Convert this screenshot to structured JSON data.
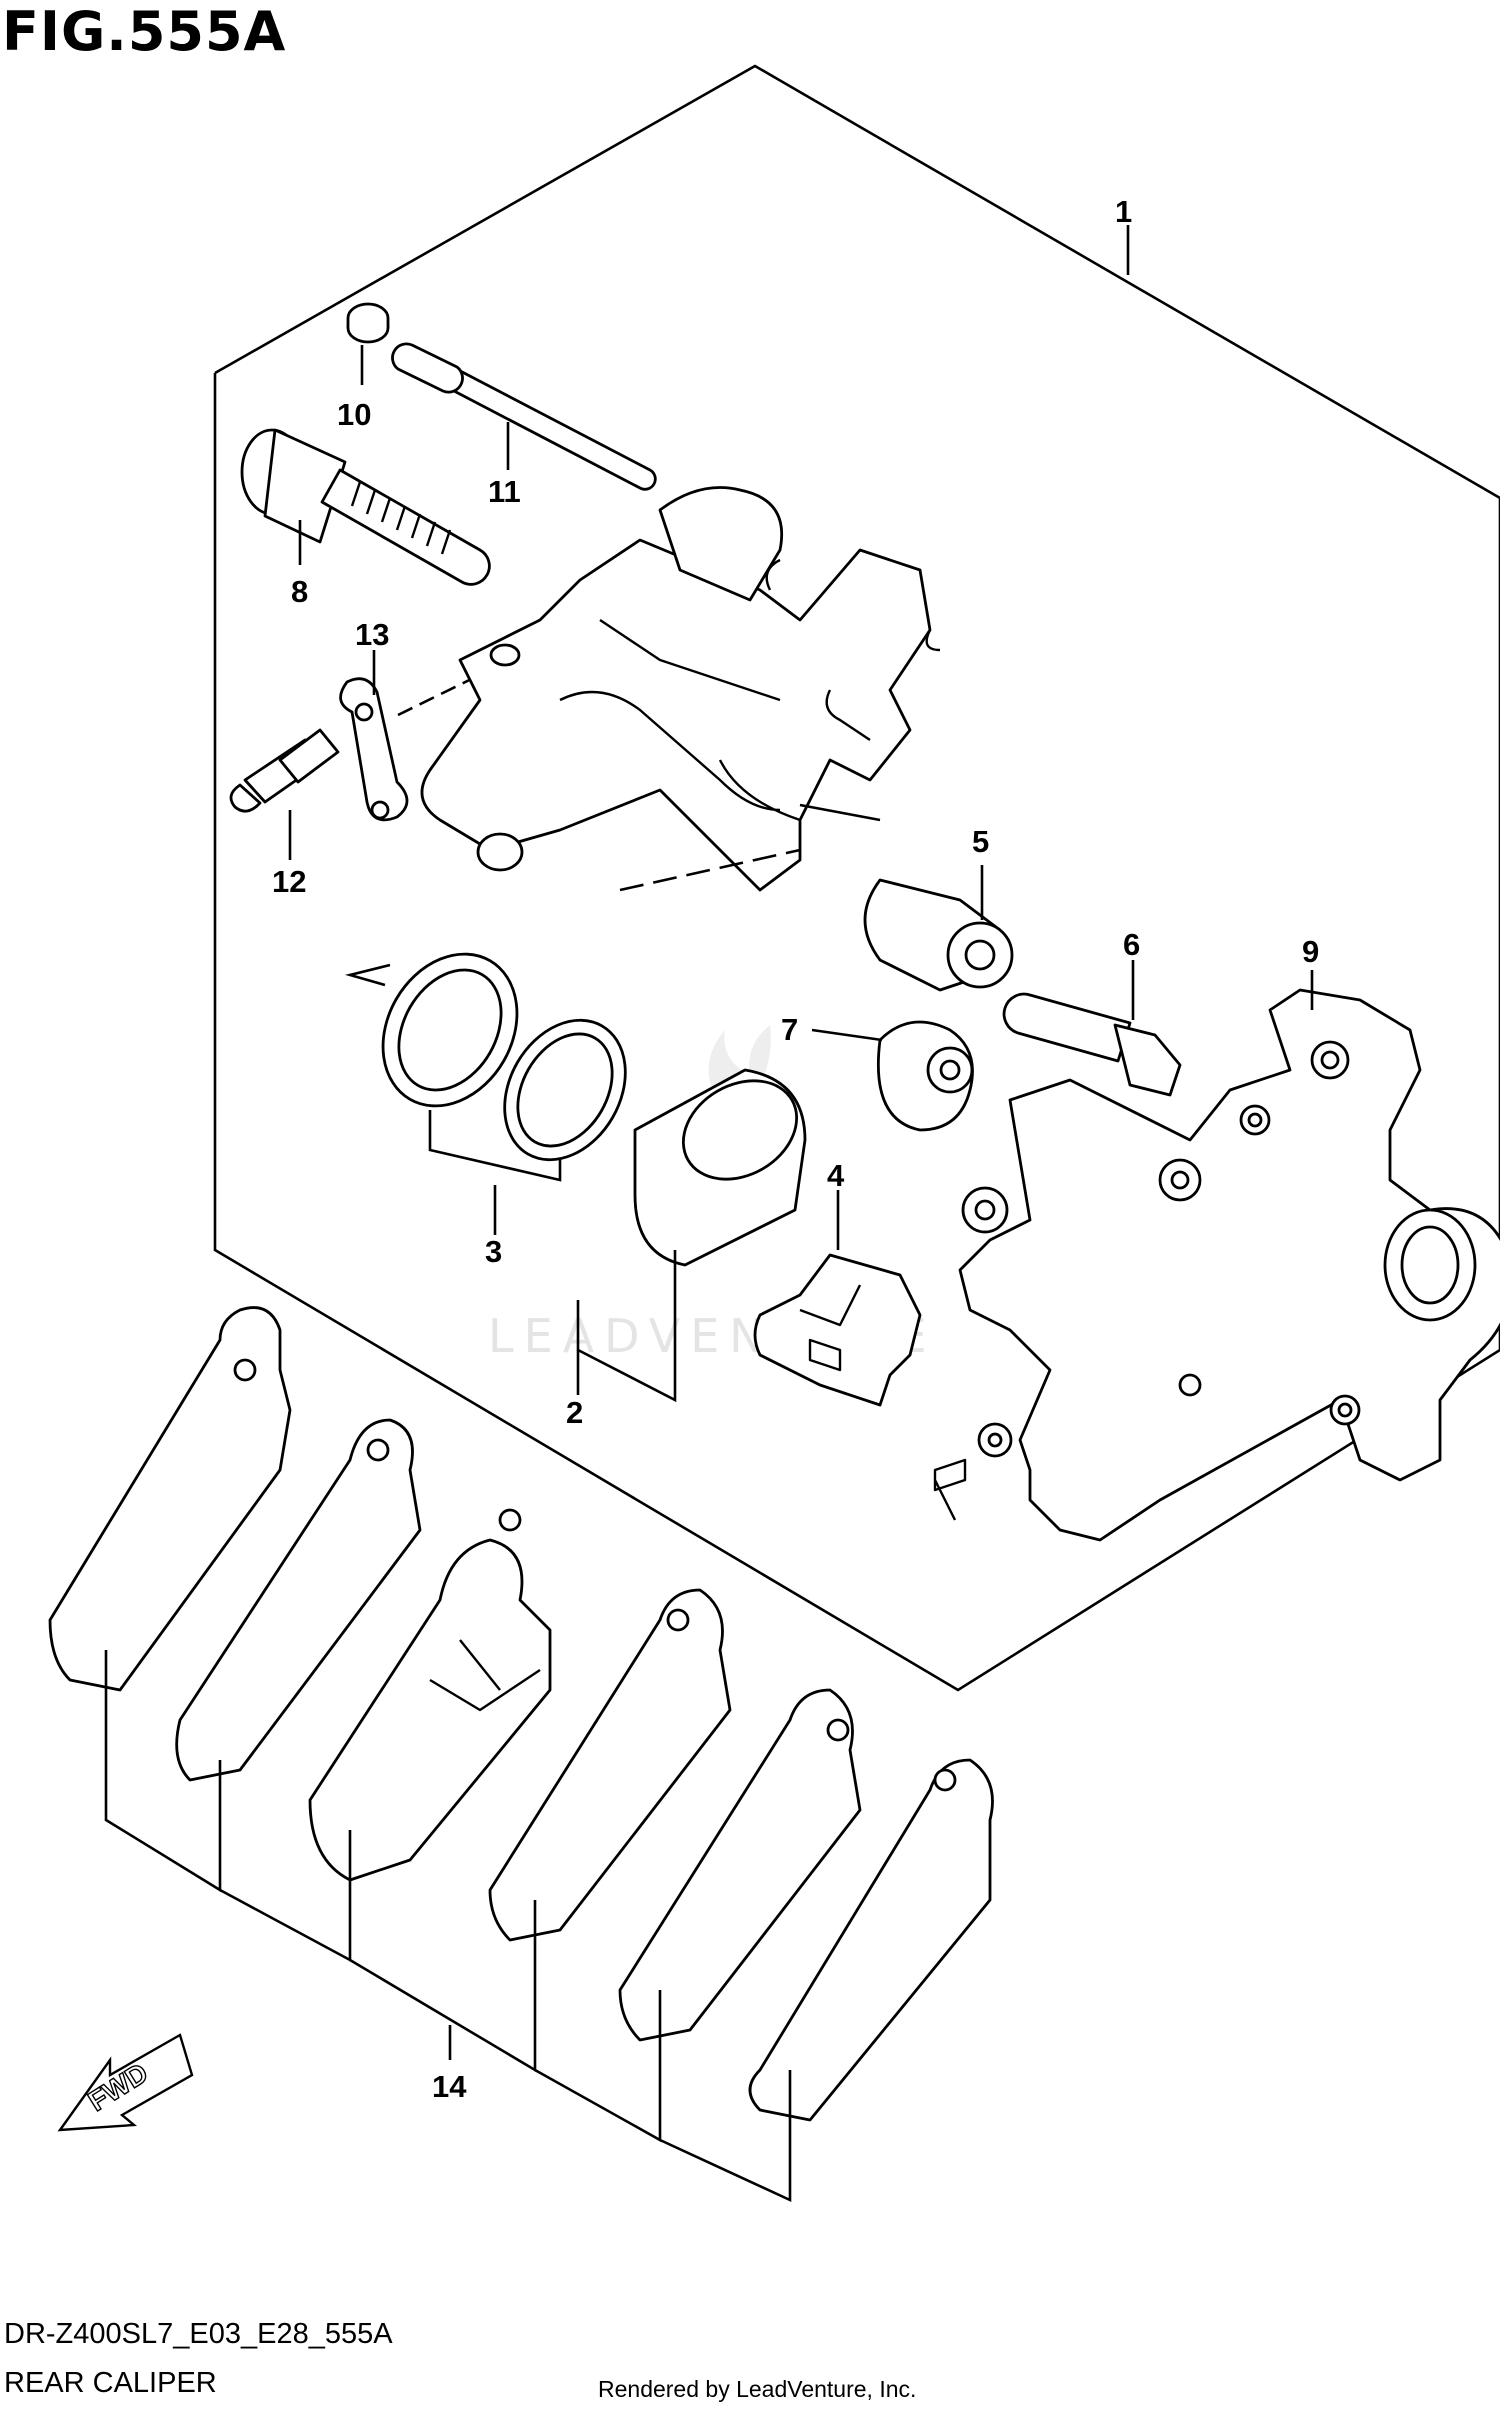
{
  "figure": {
    "title": "FIG.555A",
    "code": "DR-Z400SL7_E03_E28_555A",
    "name": "REAR CALIPER",
    "rendered_by": "Rendered by LeadVenture, Inc.",
    "watermark": "LEADVENTURE"
  },
  "callouts": [
    "1",
    "2",
    "3",
    "4",
    "5",
    "6",
    "7",
    "8",
    "9",
    "10",
    "11",
    "12",
    "13",
    "14"
  ],
  "direction_label": "FWD"
}
